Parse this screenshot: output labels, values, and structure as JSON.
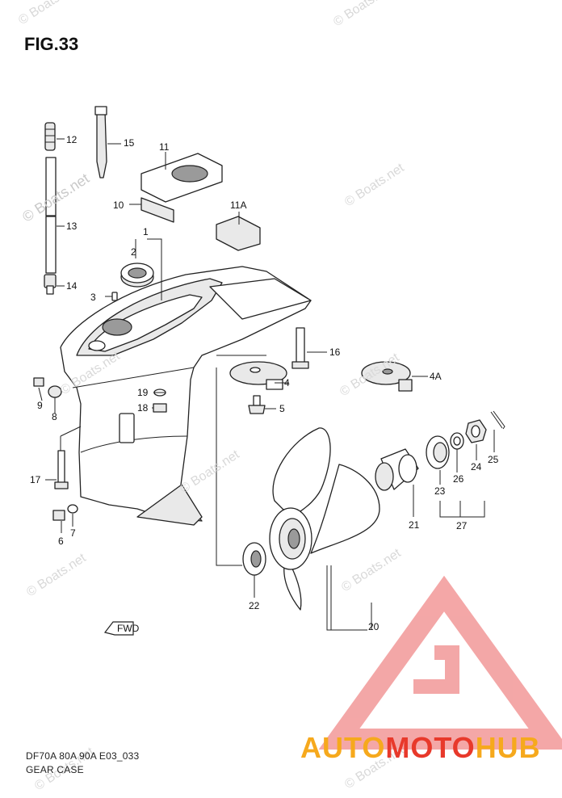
{
  "figure": {
    "title": "FIG.33",
    "code": "DF70A 80A 90A E03_033",
    "name": "GEAR CASE"
  },
  "watermarks": [
    "© Boats.net",
    "© Boats.net",
    "© Boats.net",
    "© Boats.net",
    "© Boats.net",
    "© Boats.net",
    "© Boats.net",
    "© Boats.net",
    "© Boats.net",
    "© Boats.net",
    "© Boats.net"
  ],
  "brand": {
    "part1": "AUTO",
    "part2": "MOTO",
    "part3": "HUB",
    "color_primary": "#f6a91d",
    "color_secondary": "#e8392b",
    "logo_color": "#f08a8a"
  },
  "callouts": {
    "p1": "1",
    "p2": "2",
    "p3": "3",
    "p4": "4",
    "p4a": "4A",
    "p5": "5",
    "p6": "6",
    "p7": "7",
    "p8": "8",
    "p9": "9",
    "p10": "10",
    "p11": "11",
    "p11a": "11A",
    "p12": "12",
    "p13": "13",
    "p14": "14",
    "p15": "15",
    "p16": "16",
    "p17": "17",
    "p18": "18",
    "p19": "19",
    "p20": "20",
    "p21": "21",
    "p22": "22",
    "p23": "23",
    "p24": "24",
    "p25": "25",
    "p26": "26",
    "p27": "27"
  },
  "fwd_label": "FWD"
}
